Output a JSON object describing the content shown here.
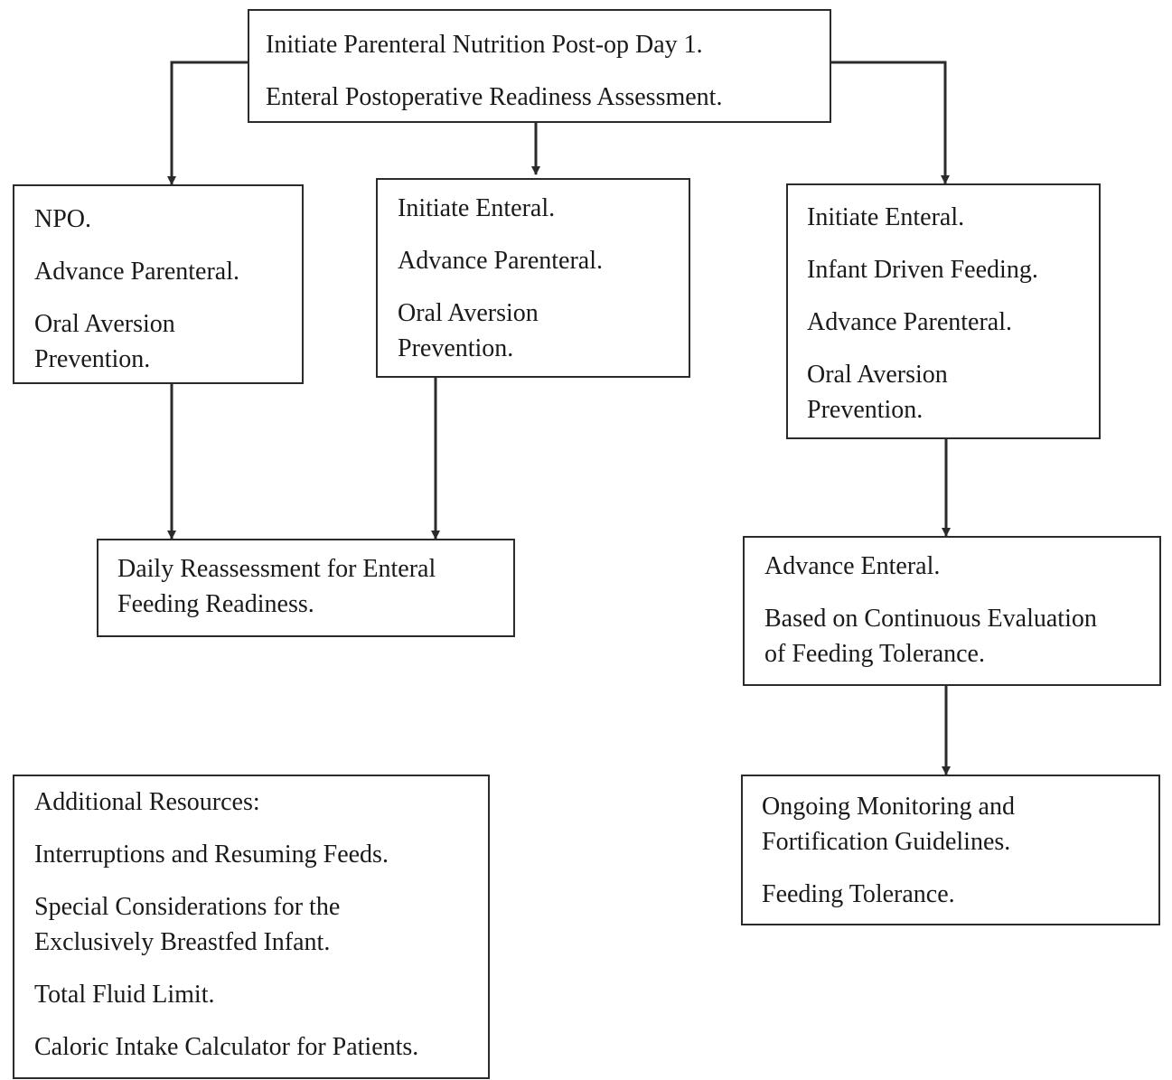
{
  "diagram": {
    "top": {
      "lines": [
        "Initiate Parenteral Nutrition Post-op Day 1.",
        "Enteral Postoperative Readiness Assessment."
      ]
    },
    "left": {
      "lines": [
        "NPO.",
        "Advance Parenteral.",
        "Oral Aversion\nPrevention."
      ]
    },
    "center": {
      "lines": [
        "Initiate Enteral.",
        "Advance Parenteral.",
        "Oral Aversion\nPrevention."
      ]
    },
    "right": {
      "lines": [
        "Initiate Enteral.",
        "Infant Driven Feeding.",
        "Advance Parenteral.",
        "Oral Aversion\nPrevention."
      ]
    },
    "daily": {
      "lines": [
        "Daily Reassessment for Enteral\nFeeding Readiness."
      ]
    },
    "advance": {
      "lines": [
        "Advance Enteral.",
        "Based on Continuous Evaluation\nof Feeding Tolerance."
      ]
    },
    "ongoing": {
      "lines": [
        "Ongoing Monitoring and\nFortification Guidelines.",
        "Feeding Tolerance."
      ]
    },
    "resources": {
      "lines": [
        "Additional Resources:",
        "Interruptions and Resuming Feeds.",
        "Special Considerations for the\nExclusively Breastfed Infant.",
        "Total Fluid Limit.",
        "Caloric Intake Calculator for Patients."
      ]
    },
    "colors": {
      "line": "#2b2b2b",
      "text": "#1a1a1a",
      "background": "#ffffff"
    }
  }
}
